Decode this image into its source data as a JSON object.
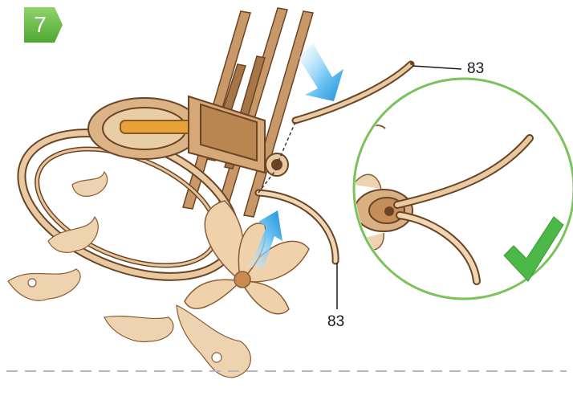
{
  "step": {
    "number": "7"
  },
  "parts": {
    "top_label": "83",
    "bottom_label": "83"
  },
  "colors": {
    "badge_green": "#6cc04a",
    "wood_light": "#e8c9a2",
    "wood_mid": "#c89868",
    "wood_dark": "#6b4423",
    "arrow_blue": "#3aa7e6",
    "check_green": "#4cb848",
    "circle_outline": "#7ac25a",
    "dash_gray": "#b8b8b8"
  },
  "icons": {
    "insert_arrows": "arrow-down-icon",
    "correct_mark": "checkmark-icon"
  }
}
